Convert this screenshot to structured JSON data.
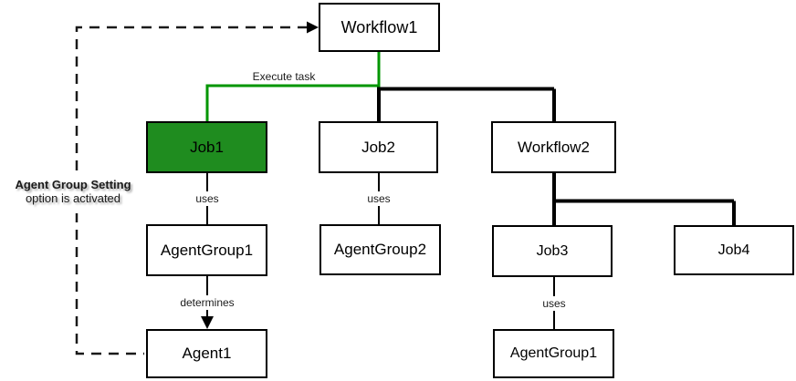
{
  "diagram": {
    "nodes": {
      "workflow1": {
        "label": "Workflow1"
      },
      "job1": {
        "label": "Job1",
        "highlighted": true
      },
      "job2": {
        "label": "Job2"
      },
      "workflow2": {
        "label": "Workflow2"
      },
      "agentgroup1_left": {
        "label": "AgentGroup1"
      },
      "agentgroup2": {
        "label": "AgentGroup2"
      },
      "agent1": {
        "label": "Agent1"
      },
      "job3": {
        "label": "Job3"
      },
      "job4": {
        "label": "Job4"
      },
      "agentgroup1_under_job3": {
        "label": "AgentGroup1"
      }
    },
    "edge_labels": {
      "execute_task": "Execute task",
      "job1_uses": "uses",
      "job2_uses": "uses",
      "job3_uses": "uses",
      "determines": "determines"
    },
    "annotation": {
      "line1": "Agent Group Setting",
      "line2": "option is activated"
    },
    "colors": {
      "highlight_fill": "#1f8c1f",
      "highlight_line": "#009600",
      "line": "#000000",
      "canvas_bg": "#ffffff"
    }
  }
}
